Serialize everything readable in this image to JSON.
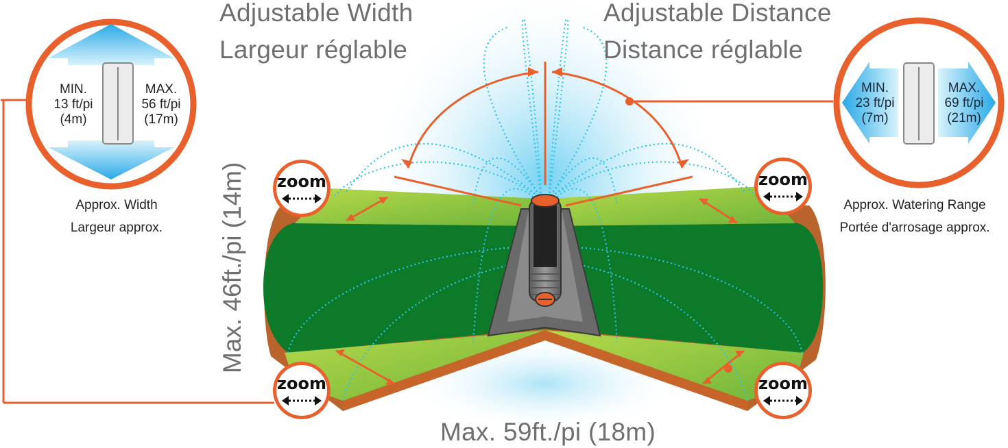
{
  "header": {
    "width_en": "Adjustable Width",
    "width_fr": "Largeur réglable",
    "distance_en": "Adjustable Distance",
    "distance_fr": "Distance réglable"
  },
  "left_inset": {
    "min_label": "MIN.",
    "min_ft": "13 ft/pi",
    "min_m": "(4m)",
    "max_label": "MAX.",
    "max_ft": "56 ft/pi",
    "max_m": "(17m)",
    "caption_en": "Approx. Width",
    "caption_fr": "Largeur approx."
  },
  "right_inset": {
    "min_label": "MIN.",
    "min_ft": "23 ft/pi",
    "min_m": "(7m)",
    "max_label": "MAX.",
    "max_ft": "69 ft/pi",
    "max_m": "(21m)",
    "caption_en": "Approx. Watering Range",
    "caption_fr": "Portée d'arrosage approx."
  },
  "zoom_label": "zoom",
  "dimensions": {
    "vertical": "Max. 46ft./pi (14m)",
    "horizontal": "Max. 59ft./pi (18m)"
  },
  "colors": {
    "accent_orange": "#e8602c",
    "lawn_dark": "#0d7a2a",
    "lawn_light": "#8cc63f",
    "water_blue": "#2ec4e8"
  }
}
